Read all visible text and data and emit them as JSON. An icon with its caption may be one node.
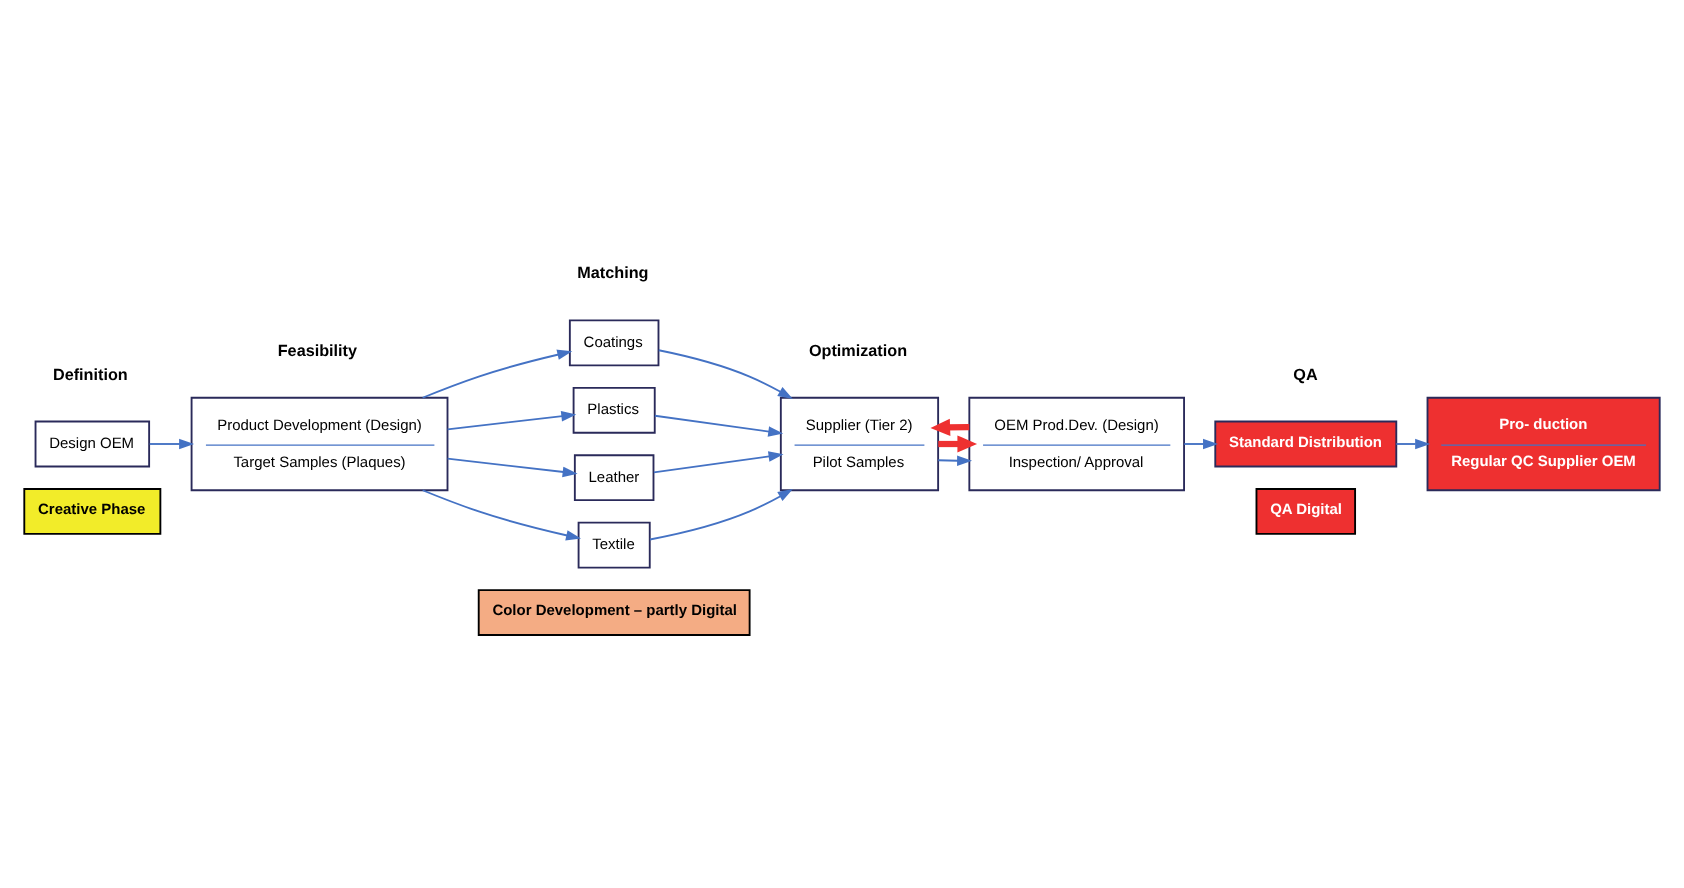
{
  "diagram": {
    "nodes": [
      {
        "text": [
          "Creative Phase"
        ]
      },
      {
        "text": [
          "Color Development – partly Digital"
        ]
      },
      {
        "text": [
          "QA Digital"
        ]
      },
      {
        "text": [
          "Design OEM"
        ]
      },
      {
        "text": [
          "Product Development (Design)",
          "Target Samples (Plaques)"
        ]
      },
      {
        "text": [
          "Coatings"
        ]
      },
      {
        "text": [
          "Plastics"
        ]
      },
      {
        "text": [
          "Leather"
        ]
      },
      {
        "text": [
          "Textile"
        ]
      },
      {
        "text": [
          "Supplier (Tier 2)",
          "Pilot Samples"
        ]
      },
      {
        "text": [
          "OEM Prod.Dev. (Design)",
          "Inspection/ Approval"
        ]
      },
      {
        "text": [
          "Standard Distribution"
        ]
      },
      {
        "text": [
          "Pro- duction",
          "Regular QC Supplier OEM"
        ]
      }
    ],
    "edges": [
      {
        "from": 3,
        "to": 4,
        "arrow": "to"
      },
      {
        "from": 4,
        "to": 5,
        "arrow": "to"
      },
      {
        "from": 4,
        "to": 6,
        "arrow": "to"
      },
      {
        "from": 4,
        "to": 7,
        "arrow": "to"
      },
      {
        "from": 4,
        "to": 8,
        "arrow": "to"
      },
      {
        "from": 5,
        "to": 9,
        "arrow": "to"
      },
      {
        "from": 6,
        "to": 9,
        "arrow": "to"
      },
      {
        "from": 7,
        "to": 9,
        "arrow": "to"
      },
      {
        "from": 8,
        "to": 9,
        "arrow": "to"
      },
      {
        "from": 9,
        "to": 10,
        "arrow": "to"
      },
      {
        "from": 9,
        "to": 10,
        "arrow": "to",
        "style": "thick",
        "color": "#ee3030"
      },
      {
        "from": 10,
        "to": 9,
        "arrow": "to",
        "style": "thick",
        "color": "#ee3030"
      },
      {
        "from": 10,
        "to": 11,
        "arrow": "to"
      },
      {
        "from": 11,
        "to": 12,
        "arrow": "to"
      }
    ],
    "labels": [
      "Definition",
      "Feasibility",
      "Matching",
      "Optimization",
      "QA"
    ]
  }
}
